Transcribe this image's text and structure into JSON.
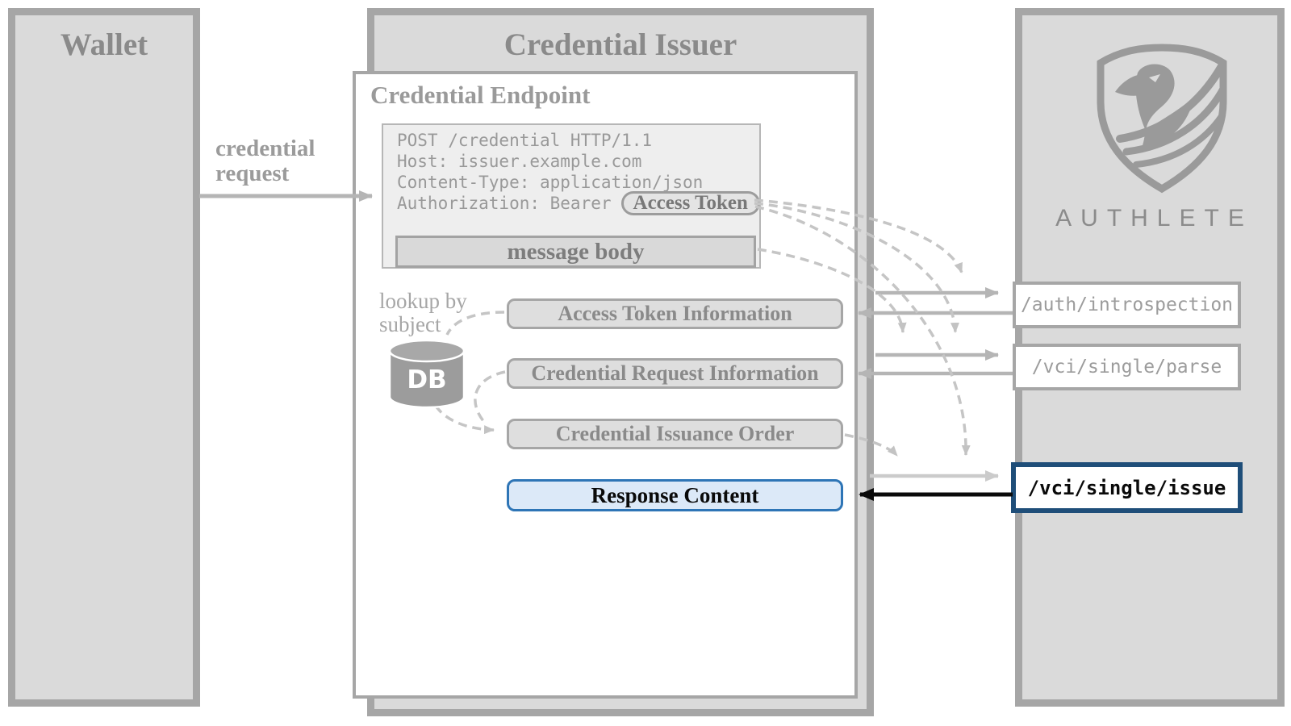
{
  "diagram": {
    "wallet": {
      "title": "Wallet"
    },
    "credential_request_arrow": {
      "label_line1": "credential",
      "label_line2": "request"
    },
    "credential_issuer": {
      "title": "Credential Issuer"
    },
    "credential_endpoint": {
      "title": "Credential Endpoint",
      "http_request": {
        "line1": "POST /credential HTTP/1.1",
        "line2": "Host: issuer.example.com",
        "line3": "Content-Type: application/json",
        "line4_prefix": "Authorization: Bearer",
        "access_token_badge": "Access Token",
        "message_body": "message body"
      },
      "db": {
        "label": "DB",
        "note_line1": "lookup by",
        "note_line2": "subject"
      },
      "nodes": {
        "access_token_information": "Access Token Information",
        "credential_request_information": "Credential Request Information",
        "credential_issuance_order": "Credential Issuance Order",
        "response_content": "Response Content"
      }
    },
    "authlete": {
      "brand": "AUTHLETE",
      "endpoints": [
        {
          "path": "/auth/introspection"
        },
        {
          "path": "/vci/single/parse"
        },
        {
          "path": "/vci/single/issue"
        }
      ]
    },
    "colors": {
      "panel_fill": "#dadada",
      "panel_border": "#a6a6a6",
      "highlight_fill": "#dce9f8",
      "highlight_border": "#2e75b6",
      "issue_box_border": "#1f4e79",
      "arrow_gray": "#b5b5b5",
      "arrow_black": "#0a0a0a",
      "dashed_gray": "#c5c5c5"
    }
  }
}
